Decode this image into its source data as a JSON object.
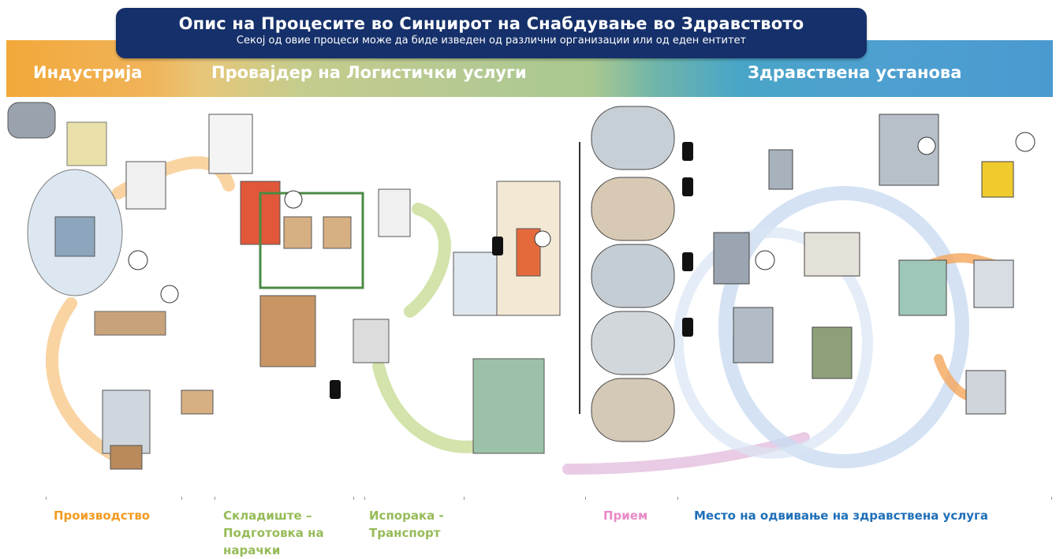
{
  "header": {
    "title": "Опис на Процесите во Синџирот на Снабдување во Здравството",
    "subtitle": "Секој од овие процеси може да биде изведен од различни организации или од еден ентитет"
  },
  "band": {
    "industry": "Индустрија",
    "logistics": "Провајдер на Логистички услуги",
    "health": "Здравствена установа"
  },
  "stages": {
    "production": "Производство",
    "warehouse": "Складиште – Подготовка на нарачки",
    "delivery": "Испорака - Транспорт",
    "reception": "Прием",
    "care": "Место на одвивање на здравствена услуга"
  },
  "colors": {
    "header_bg": "#15306a",
    "industry": "#f2a83a",
    "logistics": "#a9c890",
    "health": "#4a9ad0",
    "production_label": "#f29a1f",
    "warehouse_label": "#96bb58",
    "reception_label": "#e98ac6",
    "care_label": "#1f6fb8"
  }
}
